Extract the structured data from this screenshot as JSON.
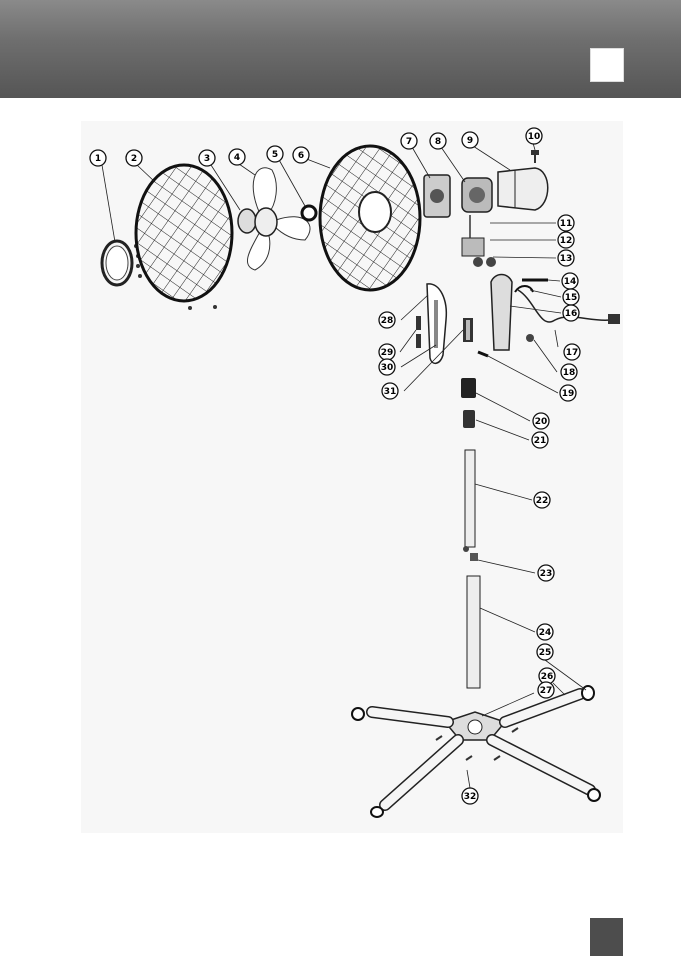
{
  "callouts": [
    "1",
    "2",
    "3",
    "4",
    "5",
    "6",
    "7",
    "8",
    "9",
    "10",
    "11",
    "12",
    "13",
    "14",
    "15",
    "16",
    "17",
    "18",
    "19",
    "20",
    "21",
    "22",
    "23",
    "24",
    "25",
    "26",
    "27",
    "28",
    "29",
    "30",
    "31",
    "32"
  ],
  "header_square": "white-square",
  "footer_square": "page-number-square"
}
